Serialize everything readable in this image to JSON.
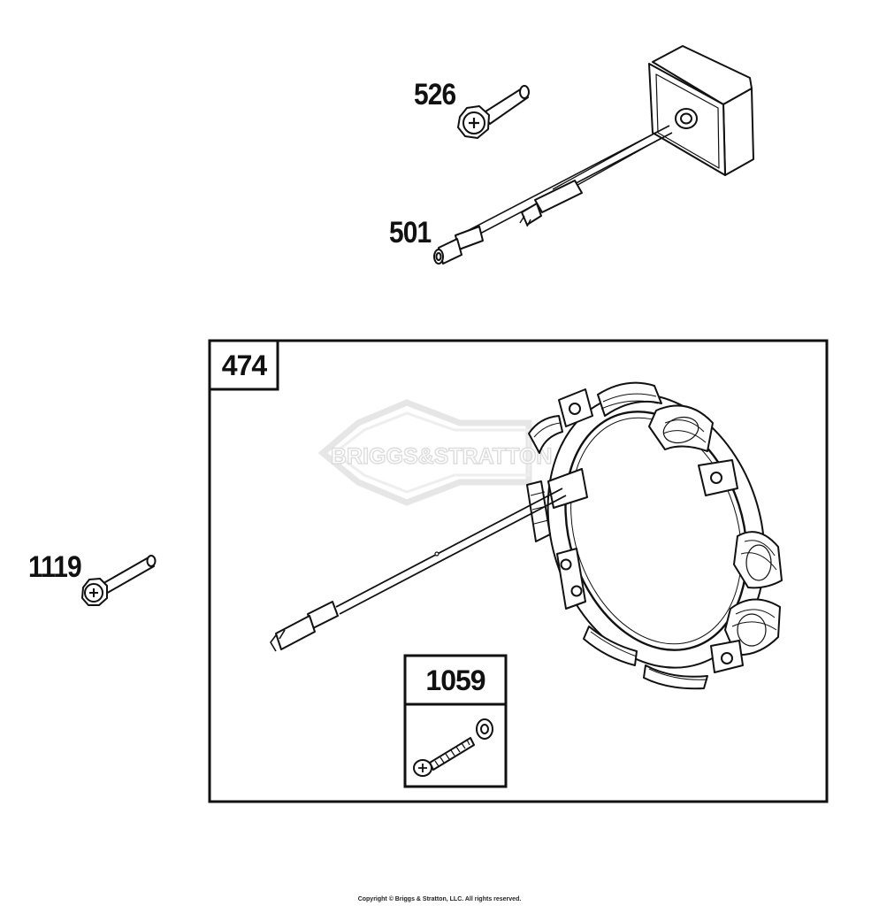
{
  "callouts": {
    "p526": "526",
    "p501": "501",
    "p474": "474",
    "p1119": "1119",
    "p1059": "1059"
  },
  "watermark": {
    "text": "BRIGGS&STRATTON"
  },
  "footer": {
    "copyright": "Copyright © Briggs & Stratton, LLC. All rights reserved."
  },
  "colors": {
    "line": "#111111",
    "watermark": "#e6e6e6"
  }
}
